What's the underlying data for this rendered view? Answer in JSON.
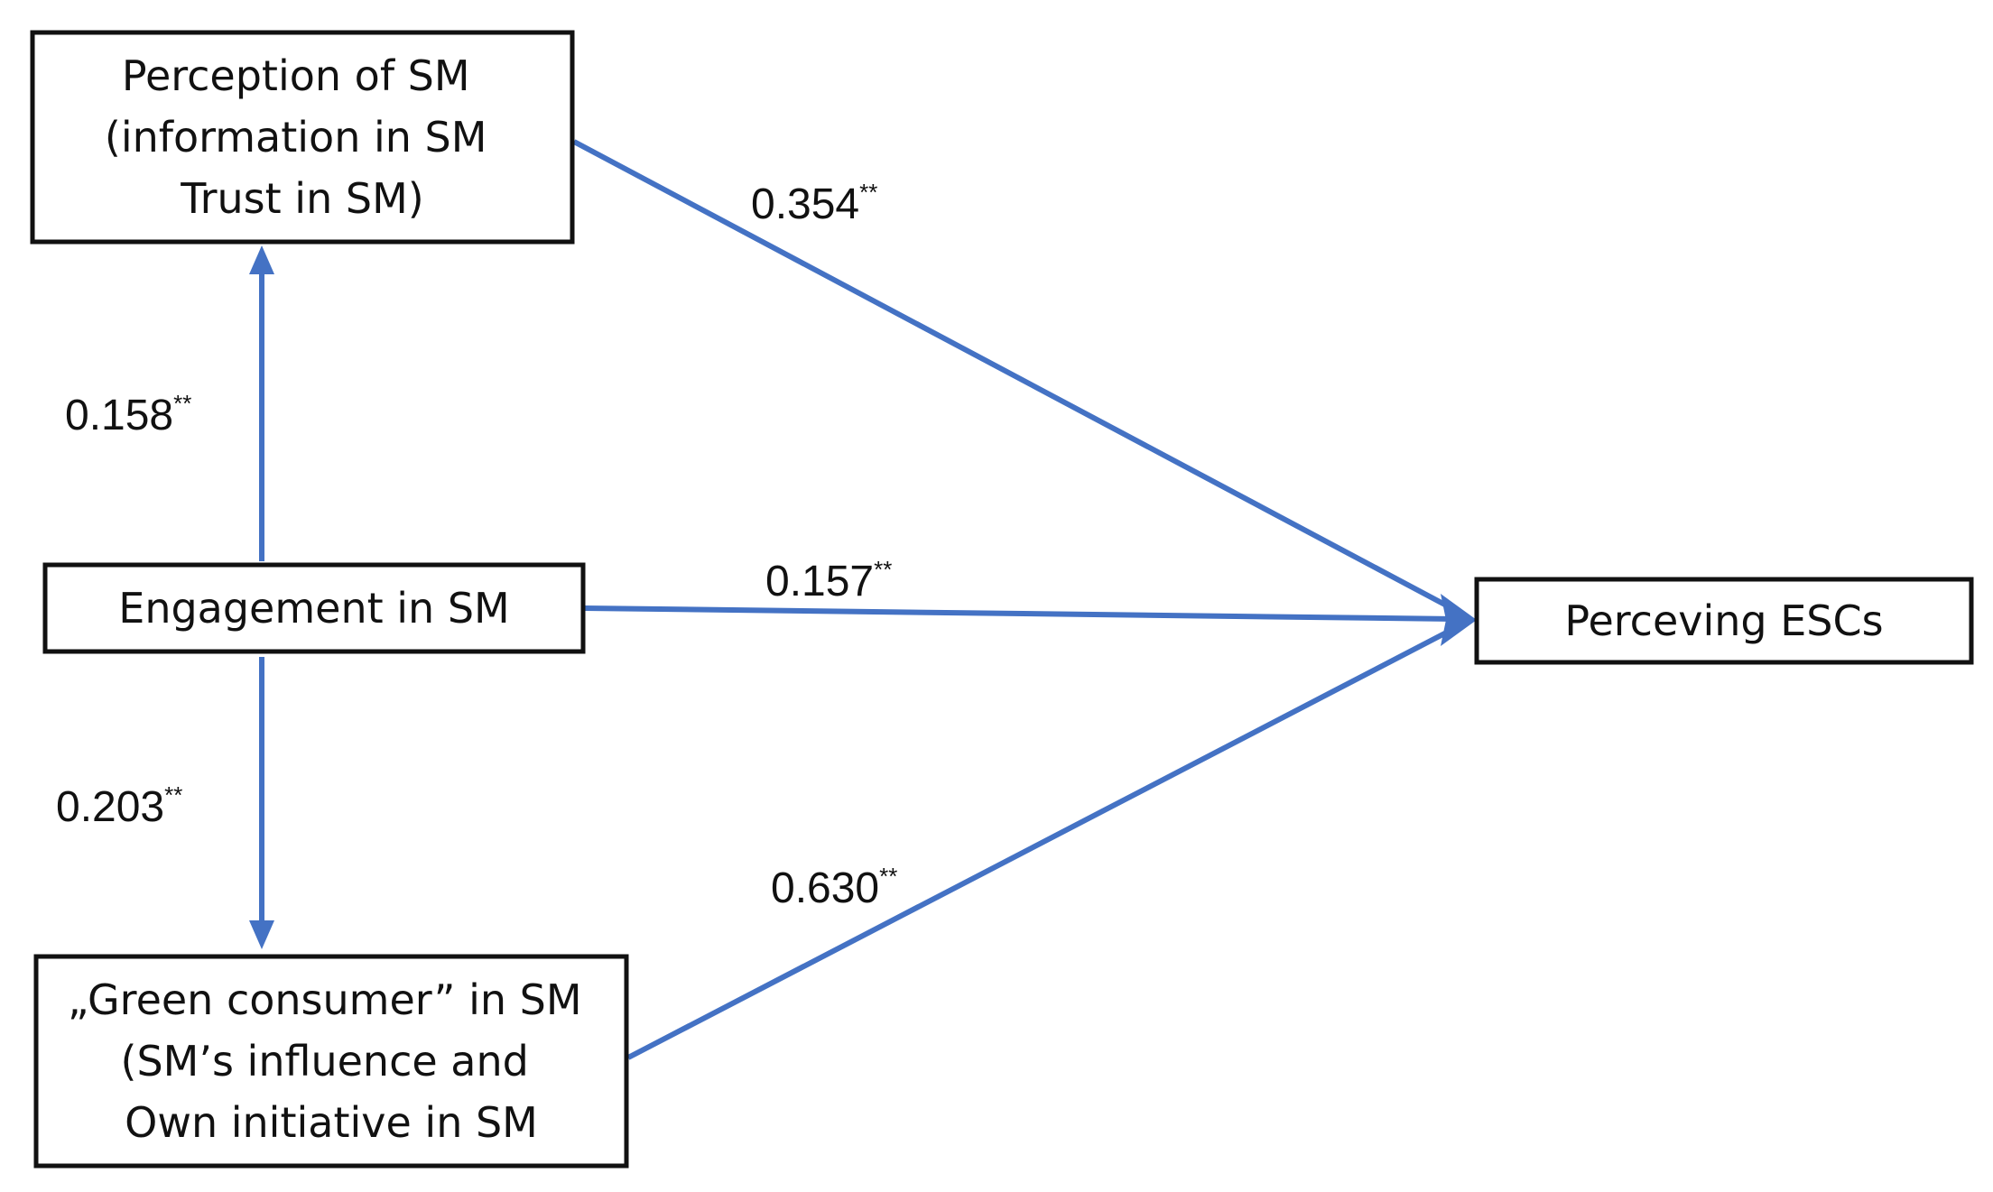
{
  "colors": {
    "edge": "#4472c4",
    "border": "#111111",
    "text": "#111111",
    "background": "#ffffff"
  },
  "nodes": {
    "perception": {
      "lines": [
        "Perception of SM",
        "(information in SM",
        "Trust in SM)"
      ]
    },
    "engagement": {
      "lines": [
        "Engagement in SM"
      ]
    },
    "green": {
      "lines": [
        "„Green consumer” in SM",
        "(SM’s influence and",
        "Own initiative in SM"
      ]
    },
    "perceiving": {
      "lines": [
        "Perceving ESCs"
      ]
    }
  },
  "edges": {
    "engagement_to_perception": {
      "coef": "0.158",
      "sig": "**"
    },
    "perception_to_perceiving": {
      "coef": "0.354",
      "sig": "**"
    },
    "engagement_to_perceiving": {
      "coef": "0.157",
      "sig": "**"
    },
    "engagement_to_green": {
      "coef": "0.203",
      "sig": "**"
    },
    "green_to_perceiving": {
      "coef": "0.630",
      "sig": "**"
    }
  }
}
